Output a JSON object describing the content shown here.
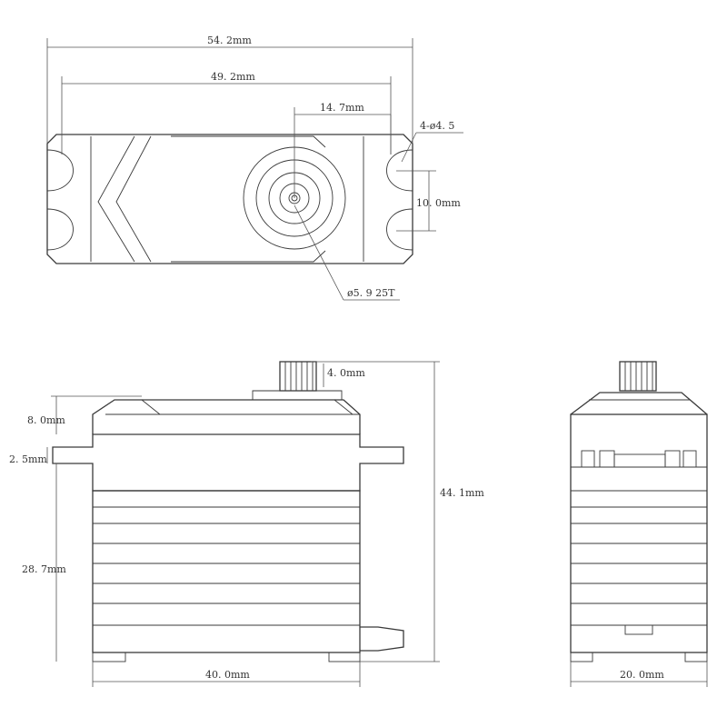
{
  "dimensions": {
    "top_width_outer": "54. 2mm",
    "top_width_holes": "49. 2mm",
    "top_horn_offset": "14. 7mm",
    "top_hole_spec": "4-ø4. 5",
    "top_hole_spacing": "10. 0mm",
    "top_spline_spec": "ø5. 9  25T",
    "side_spline_height": "4. 0mm",
    "side_top_height": "8. 0mm",
    "side_flange_thickness": "2. 5mm",
    "side_lower_height": "28. 7mm",
    "side_total_height": "44. 1mm",
    "side_length": "40. 0mm",
    "end_width": "20. 0mm"
  },
  "colors": {
    "line": "#3a3a3a",
    "background": "#ffffff"
  }
}
